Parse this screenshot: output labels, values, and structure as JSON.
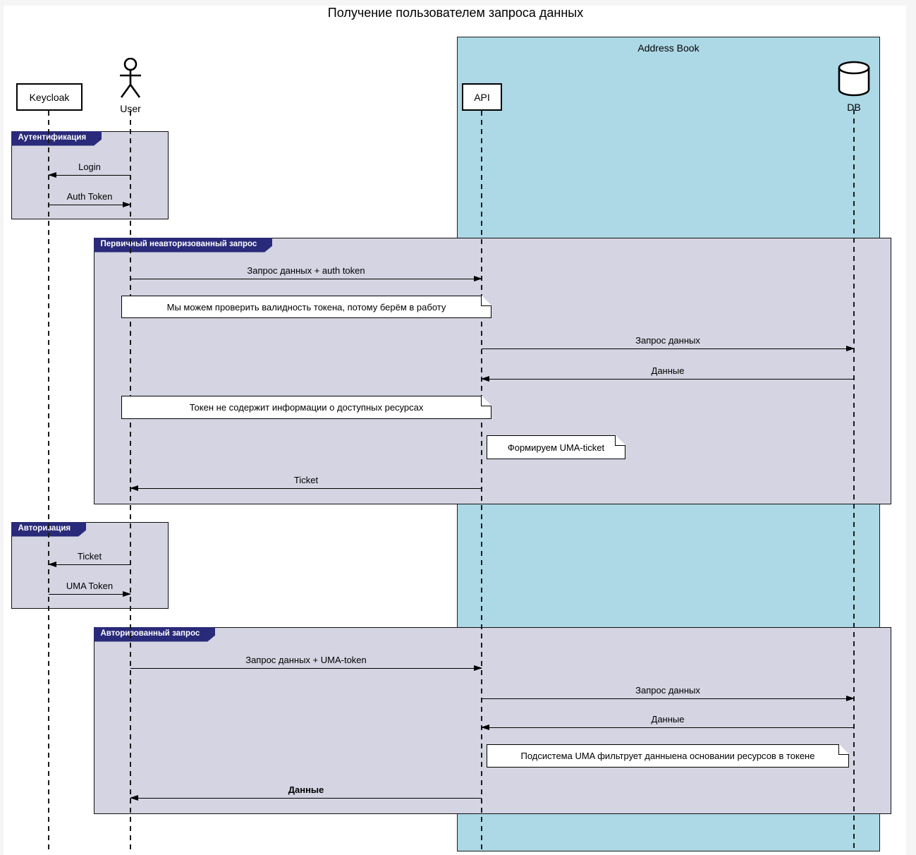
{
  "title": "Получение пользователем запроса данных",
  "container": {
    "label": "Address Book"
  },
  "participants": {
    "keycloak": {
      "label": "Keycloak"
    },
    "user": {
      "label": "User"
    },
    "api": {
      "label": "API"
    },
    "db": {
      "label": "DB"
    }
  },
  "frames": {
    "auth": {
      "label": "Аутентификация"
    },
    "primary": {
      "label": "Первичный неавторизованный запрос"
    },
    "authorization": {
      "label": "Авторизация"
    },
    "authorized": {
      "label": "Авторизованный запрос"
    }
  },
  "messages": [
    {
      "label": "Login",
      "from": "User",
      "to": "Keycloak"
    },
    {
      "label": "Auth Token",
      "from": "Keycloak",
      "to": "User"
    },
    {
      "label": "Запрос данных + auth token",
      "from": "User",
      "to": "API"
    },
    {
      "label": "Запрос данных",
      "from": "API",
      "to": "DB"
    },
    {
      "label": "Данные",
      "from": "DB",
      "to": "API"
    },
    {
      "label": "Ticket",
      "from": "API",
      "to": "User"
    },
    {
      "label": "Ticket",
      "from": "User",
      "to": "Keycloak"
    },
    {
      "label": "UMA Token",
      "from": "Keycloak",
      "to": "User"
    },
    {
      "label": "Запрос данных + UMA-token",
      "from": "User",
      "to": "API"
    },
    {
      "label": "Запрос данных",
      "from": "API",
      "to": "DB"
    },
    {
      "label": "Данные",
      "from": "DB",
      "to": "API"
    },
    {
      "label": "Данные",
      "from": "API",
      "to": "User",
      "bold": true
    }
  ],
  "notes": [
    {
      "text": "Мы можем проверить валидность токена, потому берём в работу"
    },
    {
      "text": "Токен не содержит информации о доступных ресурсах"
    },
    {
      "text": "Формируем UMA-ticket"
    },
    {
      "text": "Подсистема UMA фильтрует данныена основании ресурсов в токене"
    }
  ],
  "colors": {
    "container_fill": "#ADD8E6",
    "frame_fill": "#D4D4E2",
    "frame_tab": "#2A2A7A",
    "note_fill": "#FFFFFF",
    "line": "#000000",
    "page_background": "#F5F5F5",
    "canvas_background": "#FFFFFF"
  }
}
